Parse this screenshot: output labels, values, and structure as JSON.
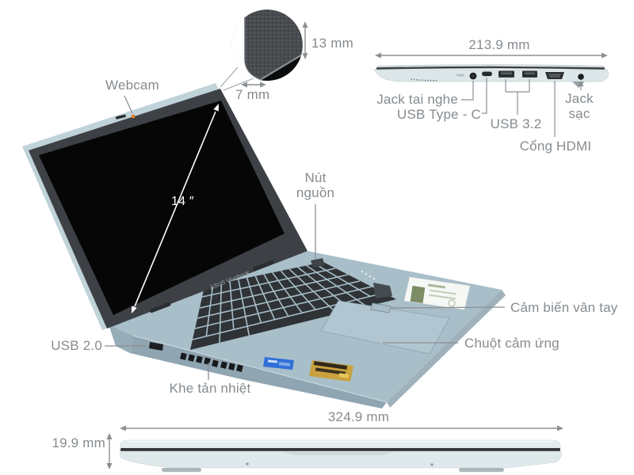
{
  "product": {
    "brand_label": "ASUS Vivobook"
  },
  "colors": {
    "label_text": "#868b8f",
    "measure_line": "#8b9094",
    "deck": "#a8bec9",
    "lid_bezel": "#3d4145",
    "screen": "#060607",
    "lid_back": "#bfd3d9",
    "webcam_dot": "#e08030",
    "side_body": "#dde7ea",
    "intel_sticker": "#2f6fd8",
    "gold_sticker": "#caa23f"
  },
  "callouts": {
    "webcam": "Webcam",
    "screen_size": "14 ″",
    "power_line1": "Nút",
    "power_line2": "nguồn",
    "usb20": "USB 2.0",
    "vents": "Khe tản nhiệt",
    "fingerprint": "Cảm biến vân tay",
    "touchpad": "Chuột cảm ứng"
  },
  "thickness_detail": {
    "height": "13 mm",
    "depth": "7 mm"
  },
  "side_view": {
    "width": "213.9 mm",
    "headphone": "Jack tai nghe",
    "usb_type_c": "USB Type - C",
    "usb_32": "USB 3.2",
    "charger_line1": "Jack",
    "charger_line2": "sạc",
    "hdmi": "Cổng HDMI"
  },
  "front_view": {
    "width": "324.9 mm",
    "height": "19.9 mm"
  }
}
